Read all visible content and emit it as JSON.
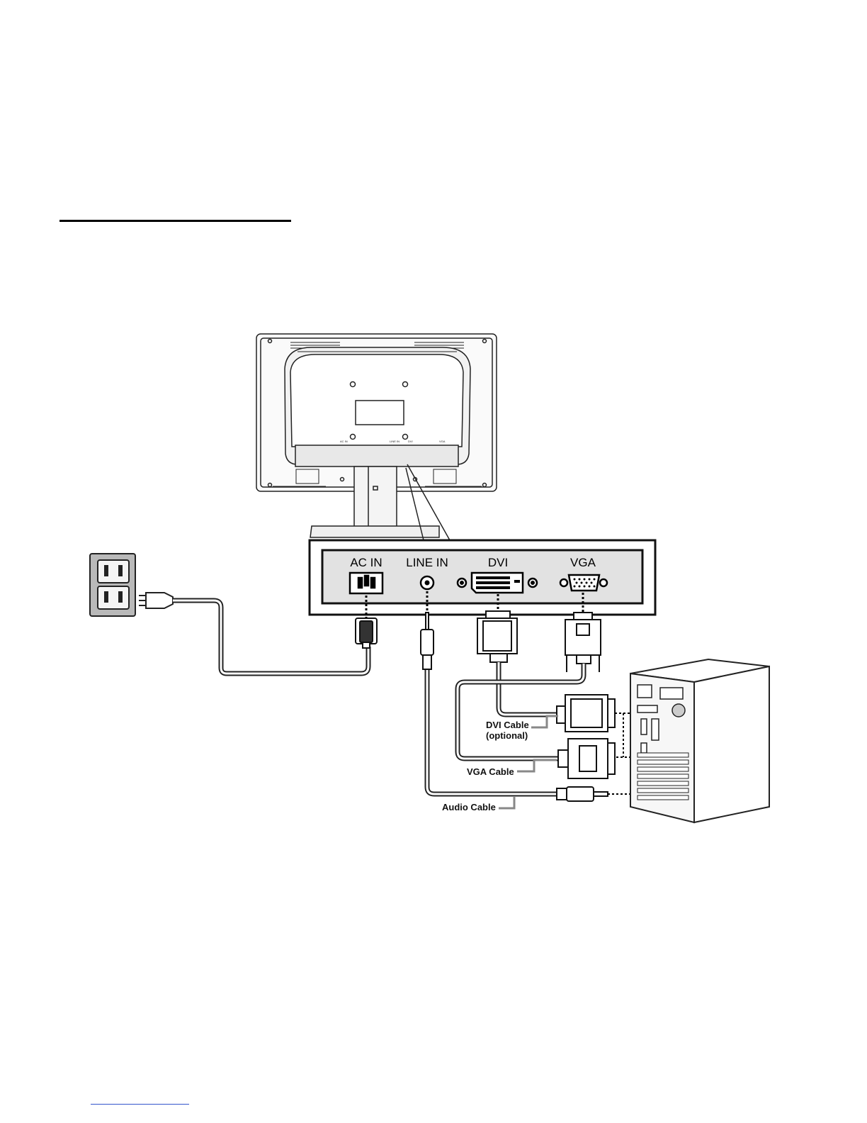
{
  "panel": {
    "ports": {
      "ac_in": "AC IN",
      "line_in": "LINE IN",
      "dvi": "DVI",
      "vga": "VGA"
    }
  },
  "monitor_back_labels": {
    "ac_in": "AC IN",
    "line_in": "LINE IN",
    "dvi": "DVI",
    "vga": "VGA"
  },
  "cables": {
    "dvi_cable": "DVI Cable",
    "dvi_note": "(optional)",
    "vga_cable": "VGA Cable",
    "audio_cable": "Audio Cable"
  }
}
